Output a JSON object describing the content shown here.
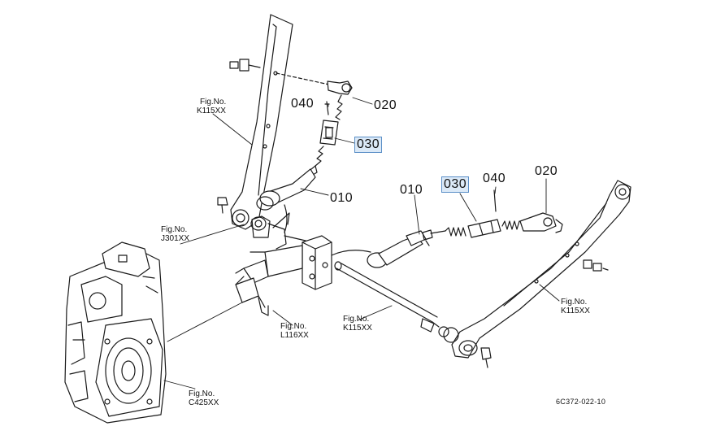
{
  "callouts": {
    "part_040_left": "040",
    "part_020_left": "020",
    "part_030_left": "030",
    "part_010_left": "010",
    "part_010_right": "010",
    "part_030_right": "030",
    "part_040_right": "040",
    "part_020_right": "020"
  },
  "figure_refs": {
    "k115_top_left": {
      "line1": "Fig.No.",
      "line2": "K115XX"
    },
    "j301": {
      "line1": "Fig.No.",
      "line2": "J301XX"
    },
    "k115_right": {
      "line1": "Fig.No.",
      "line2": "K115XX"
    },
    "k115_center": {
      "line1": "Fig.No.",
      "line2": "K115XX"
    },
    "l116": {
      "line1": "Fig.No.",
      "line2": "L116XX"
    },
    "c425": {
      "line1": "Fig.No.",
      "line2": "C425XX"
    }
  },
  "drawing_code": "6C372-022-10",
  "colors": {
    "line": "#1a1a1a",
    "highlight_fill": "#dbe9f7",
    "highlight_border": "#5b8fc7"
  }
}
